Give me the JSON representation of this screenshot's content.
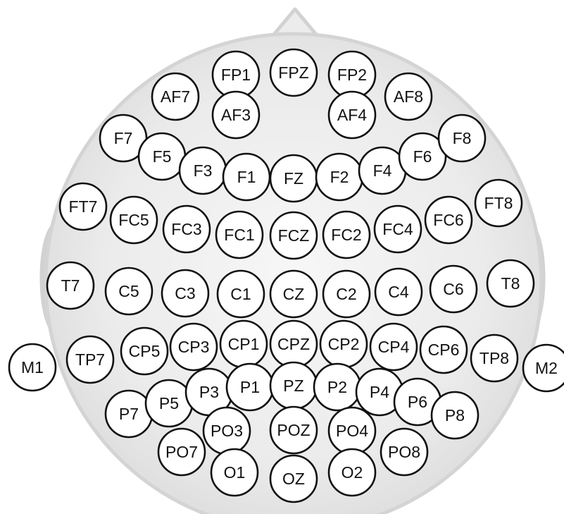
{
  "colors": {
    "head_fill": "#ebebeb",
    "head_edge": "#d4d4d4",
    "electrode_fill": "#ffffff",
    "electrode_stroke": "#111111",
    "label": "#111111"
  },
  "electrodes": [
    {
      "label": "FPZ"
    },
    {
      "label": "FP1"
    },
    {
      "label": "FP2"
    },
    {
      "label": "AF7"
    },
    {
      "label": "AF3"
    },
    {
      "label": "AF4"
    },
    {
      "label": "AF8"
    },
    {
      "label": "F7"
    },
    {
      "label": "F5"
    },
    {
      "label": "F3"
    },
    {
      "label": "F1"
    },
    {
      "label": "FZ"
    },
    {
      "label": "F2"
    },
    {
      "label": "F4"
    },
    {
      "label": "F6"
    },
    {
      "label": "F8"
    },
    {
      "label": "FT7"
    },
    {
      "label": "FC5"
    },
    {
      "label": "FC3"
    },
    {
      "label": "FC1"
    },
    {
      "label": "FCZ"
    },
    {
      "label": "FC2"
    },
    {
      "label": "FC4"
    },
    {
      "label": "FC6"
    },
    {
      "label": "FT8"
    },
    {
      "label": "T7"
    },
    {
      "label": "C5"
    },
    {
      "label": "C3"
    },
    {
      "label": "C1"
    },
    {
      "label": "CZ"
    },
    {
      "label": "C2"
    },
    {
      "label": "C4"
    },
    {
      "label": "C6"
    },
    {
      "label": "T8"
    },
    {
      "label": "M1"
    },
    {
      "label": "TP7"
    },
    {
      "label": "CP5"
    },
    {
      "label": "CP3"
    },
    {
      "label": "CP1"
    },
    {
      "label": "CPZ"
    },
    {
      "label": "CP2"
    },
    {
      "label": "CP4"
    },
    {
      "label": "CP6"
    },
    {
      "label": "TP8"
    },
    {
      "label": "M2"
    },
    {
      "label": "P7"
    },
    {
      "label": "P5"
    },
    {
      "label": "P3"
    },
    {
      "label": "P1"
    },
    {
      "label": "PZ"
    },
    {
      "label": "P2"
    },
    {
      "label": "P4"
    },
    {
      "label": "P6"
    },
    {
      "label": "P8"
    },
    {
      "label": "PO7"
    },
    {
      "label": "PO3"
    },
    {
      "label": "POZ"
    },
    {
      "label": "PO4"
    },
    {
      "label": "PO8"
    },
    {
      "label": "O1"
    },
    {
      "label": "OZ"
    },
    {
      "label": "O2"
    }
  ]
}
